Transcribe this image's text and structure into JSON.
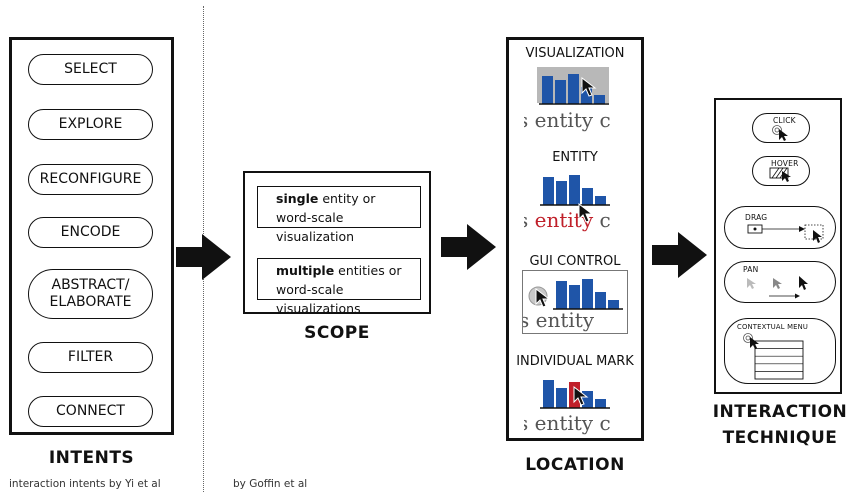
{
  "intents": {
    "items": [
      "SELECT",
      "EXPLORE",
      "RECONFIGURE",
      "ENCODE",
      "ABSTRACT/\nELABORATE",
      "FILTER",
      "CONNECT"
    ],
    "title": "INTENTS",
    "caption": "interaction intents by Yi et al"
  },
  "scope": {
    "single_bold": "single",
    "single_rest": " entity or",
    "single_line2": "word-scale visualization",
    "multiple_bold": "multiple",
    "multiple_rest": " entities or",
    "multiple_line2": "word-scale visualizations",
    "title": "SCOPE",
    "caption": "by Goffin et al"
  },
  "location": {
    "title": "LOCATION",
    "entity_word": "s entity c",
    "entity_word_short": "s entity",
    "items": [
      {
        "label": "VISUALIZATION"
      },
      {
        "label": "ENTITY"
      },
      {
        "label": "GUI CONTROL"
      },
      {
        "label": "INDIVIDUAL MARK"
      }
    ]
  },
  "technique": {
    "title_line1": "INTERACTION",
    "title_line2": "TECHNIQUE",
    "items": [
      {
        "label": "CLICK"
      },
      {
        "label": "HOVER"
      },
      {
        "label": "DRAG"
      },
      {
        "label": "PAN"
      },
      {
        "label": "CONTEXTUAL MENU"
      }
    ]
  },
  "colors": {
    "bar_blue": "#1f55a8",
    "entity_red": "#c0202a",
    "highlight_gray": "#b8b8b8"
  }
}
